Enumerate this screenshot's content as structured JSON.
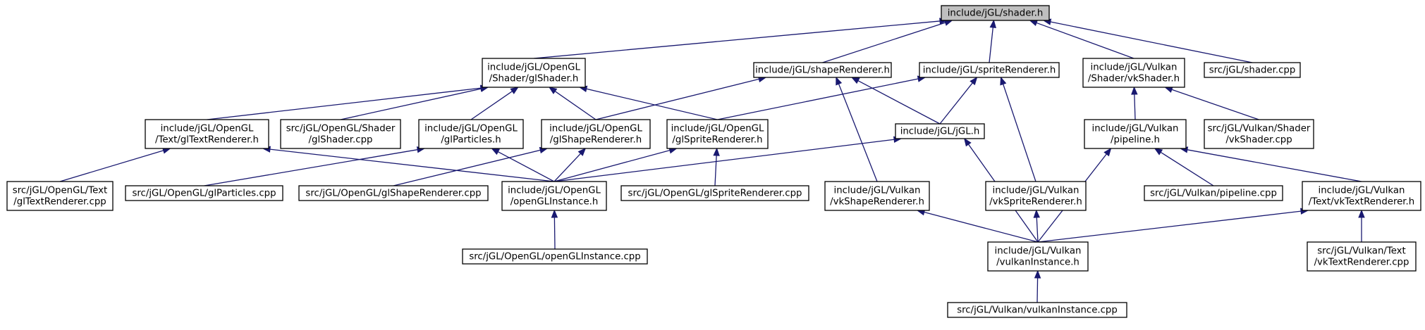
{
  "graph": {
    "root": "include/jGL/shader.h",
    "nodes": [
      {
        "id": "n0",
        "lines": [
          "include/jGL/shader.h"
        ],
        "root": true
      },
      {
        "id": "n1",
        "lines": [
          "include/jGL/OpenGL",
          "/Shader/glShader.h"
        ]
      },
      {
        "id": "n2",
        "lines": [
          "include/jGL/shapeRenderer.h"
        ]
      },
      {
        "id": "n3",
        "lines": [
          "include/jGL/spriteRenderer.h"
        ]
      },
      {
        "id": "n4",
        "lines": [
          "include/jGL/Vulkan",
          "/Shader/vkShader.h"
        ]
      },
      {
        "id": "n5",
        "lines": [
          "src/jGL/shader.cpp"
        ]
      },
      {
        "id": "n6",
        "lines": [
          "include/jGL/OpenGL",
          "/Text/glTextRenderer.h"
        ]
      },
      {
        "id": "n7",
        "lines": [
          "src/jGL/OpenGL/Shader",
          "/glShader.cpp"
        ]
      },
      {
        "id": "n8",
        "lines": [
          "include/jGL/OpenGL",
          "/glParticles.h"
        ]
      },
      {
        "id": "n9",
        "lines": [
          "include/jGL/OpenGL",
          "/glShapeRenderer.h"
        ]
      },
      {
        "id": "n10",
        "lines": [
          "include/jGL/OpenGL",
          "/glSpriteRenderer.h"
        ]
      },
      {
        "id": "n11",
        "lines": [
          "include/jGL/jGL.h"
        ]
      },
      {
        "id": "n12",
        "lines": [
          "include/jGL/Vulkan",
          "/pipeline.h"
        ]
      },
      {
        "id": "n13",
        "lines": [
          "src/jGL/Vulkan/Shader",
          "/vkShader.cpp"
        ]
      },
      {
        "id": "n14",
        "lines": [
          "src/jGL/OpenGL/Text",
          "/glTextRenderer.cpp"
        ]
      },
      {
        "id": "n15",
        "lines": [
          "src/jGL/OpenGL/glParticles.cpp"
        ]
      },
      {
        "id": "n16",
        "lines": [
          "src/jGL/OpenGL/glShapeRenderer.cpp"
        ]
      },
      {
        "id": "n17",
        "lines": [
          "include/jGL/OpenGL",
          "/openGLInstance.h"
        ]
      },
      {
        "id": "n18",
        "lines": [
          "src/jGL/OpenGL/glSpriteRenderer.cpp"
        ]
      },
      {
        "id": "n19",
        "lines": [
          "include/jGL/Vulkan",
          "/vkShapeRenderer.h"
        ]
      },
      {
        "id": "n20",
        "lines": [
          "include/jGL/Vulkan",
          "/vkSpriteRenderer.h"
        ]
      },
      {
        "id": "n21",
        "lines": [
          "src/jGL/Vulkan/pipeline.cpp"
        ]
      },
      {
        "id": "n22",
        "lines": [
          "include/jGL/Vulkan",
          "/Text/vkTextRenderer.h"
        ]
      },
      {
        "id": "n23",
        "lines": [
          "src/jGL/OpenGL/openGLInstance.cpp"
        ]
      },
      {
        "id": "n24",
        "lines": [
          "include/jGL/Vulkan",
          "/vulkanInstance.h"
        ]
      },
      {
        "id": "n25",
        "lines": [
          "src/jGL/Vulkan/Text",
          "/vkTextRenderer.cpp"
        ]
      },
      {
        "id": "n26",
        "lines": [
          "src/jGL/Vulkan/vulkanInstance.cpp"
        ]
      }
    ],
    "edges": [
      [
        "n0",
        "n1"
      ],
      [
        "n0",
        "n2"
      ],
      [
        "n0",
        "n3"
      ],
      [
        "n0",
        "n4"
      ],
      [
        "n0",
        "n5"
      ],
      [
        "n1",
        "n6"
      ],
      [
        "n1",
        "n7"
      ],
      [
        "n1",
        "n8"
      ],
      [
        "n1",
        "n9"
      ],
      [
        "n1",
        "n10"
      ],
      [
        "n2",
        "n9"
      ],
      [
        "n2",
        "n11"
      ],
      [
        "n2",
        "n19"
      ],
      [
        "n3",
        "n10"
      ],
      [
        "n3",
        "n11"
      ],
      [
        "n3",
        "n20"
      ],
      [
        "n4",
        "n12"
      ],
      [
        "n4",
        "n13"
      ],
      [
        "n6",
        "n14"
      ],
      [
        "n6",
        "n17"
      ],
      [
        "n8",
        "n15"
      ],
      [
        "n8",
        "n17"
      ],
      [
        "n9",
        "n16"
      ],
      [
        "n9",
        "n17"
      ],
      [
        "n10",
        "n17"
      ],
      [
        "n10",
        "n18"
      ],
      [
        "n11",
        "n17"
      ],
      [
        "n11",
        "n24"
      ],
      [
        "n12",
        "n21"
      ],
      [
        "n12",
        "n22"
      ],
      [
        "n12",
        "n24"
      ],
      [
        "n17",
        "n23"
      ],
      [
        "n19",
        "n24"
      ],
      [
        "n20",
        "n24"
      ],
      [
        "n22",
        "n24"
      ],
      [
        "n22",
        "n25"
      ],
      [
        "n24",
        "n26"
      ]
    ]
  },
  "colors": {
    "edge": "#191970",
    "root_fill": "#bfbfbf",
    "node_fill": "#ffffff",
    "node_stroke": "#000000"
  }
}
